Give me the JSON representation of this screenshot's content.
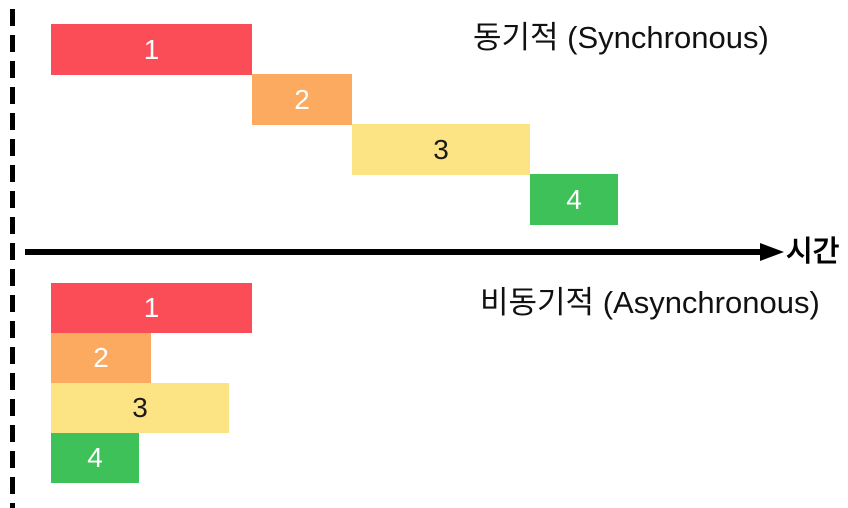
{
  "diagram": {
    "background_color": "#FFFFFF",
    "start_line_color": "#000000",
    "axis": {
      "time_label": "시간",
      "arrow_color": "#000000"
    },
    "sections": [
      {
        "id": "sync",
        "title": "동기적 (Synchronous)",
        "mode": "sequential",
        "tasks": [
          {
            "label": "1",
            "duration": 201,
            "color": "#FA4D57",
            "text_color": "#FFFFFF"
          },
          {
            "label": "2",
            "duration": 100,
            "color": "#FBAA5F",
            "text_color": "#FFFFFF"
          },
          {
            "label": "3",
            "duration": 178,
            "color": "#FCE383",
            "text_color": "#1A1A1A"
          },
          {
            "label": "4",
            "duration": 88,
            "color": "#3EC158",
            "text_color": "#FFFFFF"
          }
        ]
      },
      {
        "id": "async",
        "title": "비동기적 (Asynchronous)",
        "mode": "parallel",
        "tasks": [
          {
            "label": "1",
            "duration": 201,
            "color": "#FA4D57",
            "text_color": "#FFFFFF"
          },
          {
            "label": "2",
            "duration": 100,
            "color": "#FBAA5F",
            "text_color": "#FFFFFF"
          },
          {
            "label": "3",
            "duration": 178,
            "color": "#FCE383",
            "text_color": "#1A1A1A"
          },
          {
            "label": "4",
            "duration": 88,
            "color": "#3EC158",
            "text_color": "#FFFFFF"
          }
        ]
      }
    ]
  }
}
